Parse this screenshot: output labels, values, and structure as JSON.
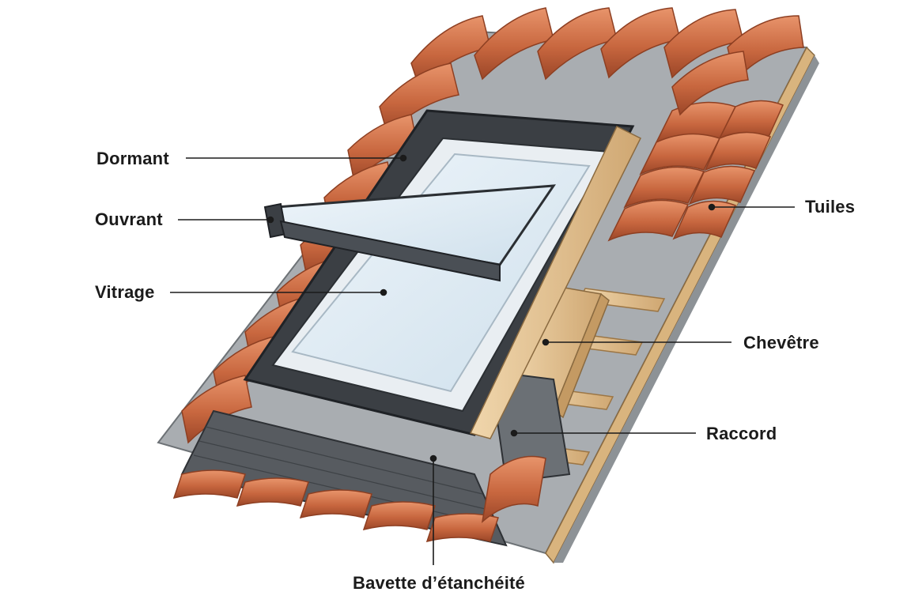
{
  "labels": {
    "dormant": "Dormant",
    "ouvrant": "Ouvrant",
    "vitrage": "Vitrage",
    "tuiles": "Tuiles",
    "chevetre": "Chevêtre",
    "raccord": "Raccord",
    "bavette": "Bavette d’étanchéité"
  },
  "colors": {
    "tile": "#c8673f",
    "tile_light": "#e08a62",
    "tile_dark": "#9b4628",
    "wood": "#e6c593",
    "wood_dark": "#b98d58",
    "membrane": "#b9bcbf",
    "frame": "#3b3f44",
    "glass": "#dbe9f2",
    "flashing": "#4b4f54"
  },
  "icons": [
    "leader-line",
    "leader-dot"
  ]
}
